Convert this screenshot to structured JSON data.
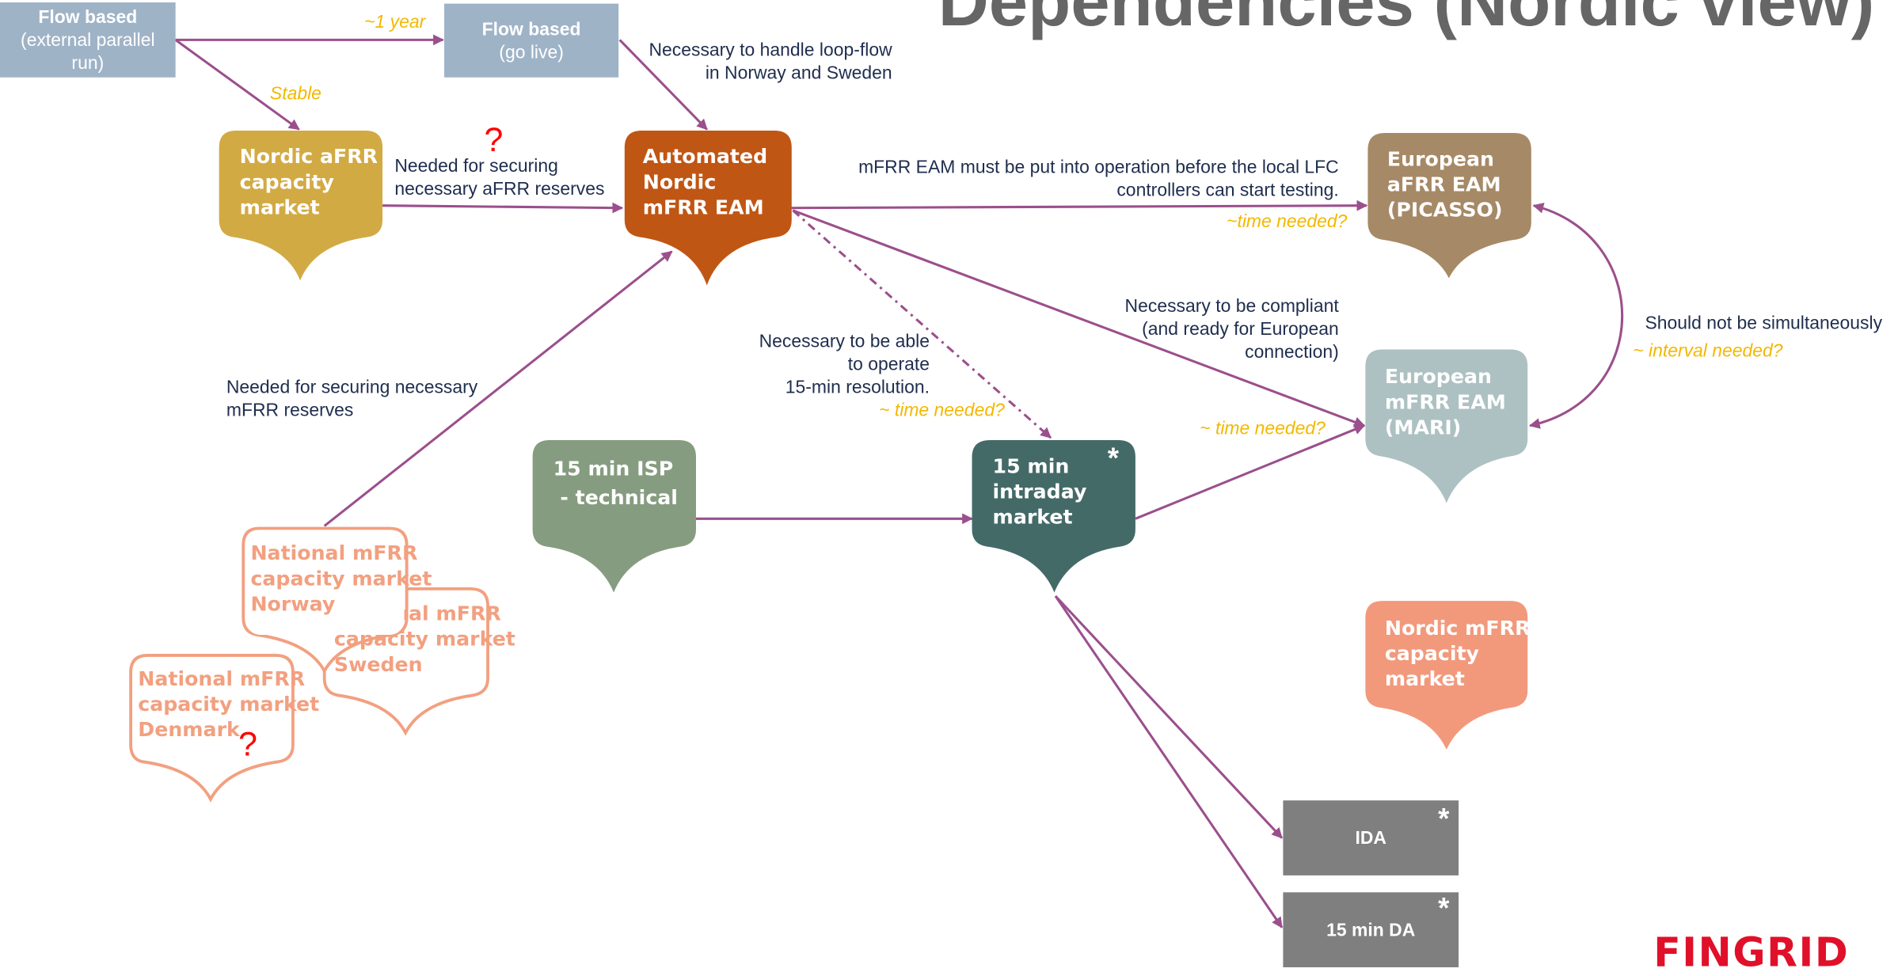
{
  "title": "Dependencies (Nordic view)",
  "colors": {
    "arrow": "#9b4f8c",
    "note_text": "#1f2d4e",
    "hint_text": "#f3b800",
    "question_mark": "#ff0000",
    "flow_box": "#9fb3c7",
    "afrr_capacity": "#d2aa44",
    "mfrr_eam": "#c05614",
    "picasso": "#a68966",
    "mari": "#adc1c2",
    "isp": "#869c80",
    "intraday": "#446a68",
    "nordic_mfrr_capacity": "#f2997c",
    "national_outline": "#f2a080",
    "grey_box": "#7f7f7f",
    "logo": "#e0102a"
  },
  "flow_boxes": {
    "external": {
      "line1": "Flow based",
      "line2": "(external parallel",
      "line3": "run)"
    },
    "golive": {
      "line1": "Flow based",
      "line2": "(go live)"
    }
  },
  "nodes": {
    "afrr_capacity": {
      "l1": "Nordic aFRR",
      "l2": "capacity",
      "l3": "market"
    },
    "mfrr_eam": {
      "l1": "Automated",
      "l2": "Nordic",
      "l3": "mFRR EAM"
    },
    "picasso": {
      "l1": "European",
      "l2": "aFRR EAM",
      "l3": "(PICASSO)"
    },
    "mari": {
      "l1": "European",
      "l2": "mFRR EAM",
      "l3": "(MARI)"
    },
    "isp": {
      "l1": "15 min ISP",
      "l2": " - technical"
    },
    "intraday": {
      "l1": "15 min",
      "l2": "intraday",
      "l3": "market"
    },
    "nordic_mfrr_capacity": {
      "l1": "Nordic mFRR",
      "l2": "capacity",
      "l3": "market"
    },
    "national_norway": {
      "l1": "National mFRR",
      "l2": "capacity market",
      "l3": "Norway"
    },
    "national_sweden": {
      "l1": "National mFRR",
      "l2": "capacity market",
      "l3": "Sweden"
    },
    "national_denmark": {
      "l1": "National mFRR",
      "l2": "capacity market",
      "l3": "Denmark"
    }
  },
  "grey_boxes": {
    "ida": "IDA",
    "da15": "15 min DA"
  },
  "star": "*",
  "question": "?",
  "notes": {
    "loop_flow": {
      "l1": "Necessary to handle loop-flow",
      "l2": "in Norway and Sweden"
    },
    "afrr_reserves": {
      "l1": "Needed for securing",
      "l2": "necessary aFRR reserves"
    },
    "lfc": {
      "l1": "mFRR EAM must be put into operation before the local LFC",
      "l2": "controllers can start testing."
    },
    "compliant": {
      "l1": "Necessary to be compliant",
      "l2": "(and ready for European",
      "l3": "connection)"
    },
    "operate15": {
      "l1": "Necessary to be able",
      "l2": "to operate",
      "l3": "15-min resolution."
    },
    "mfrr_reserves": {
      "l1": "Needed for securing necessary",
      "l2": "mFRR reserves"
    },
    "simultaneous": "Should not be simultaneously"
  },
  "hints": {
    "one_year": "~1 year",
    "stable": "Stable",
    "time_picasso": "~time needed?",
    "time_intraday": "~ time needed?",
    "time_mari": "~ time needed?",
    "interval": "~ interval needed?"
  },
  "logo": "FINGRID"
}
